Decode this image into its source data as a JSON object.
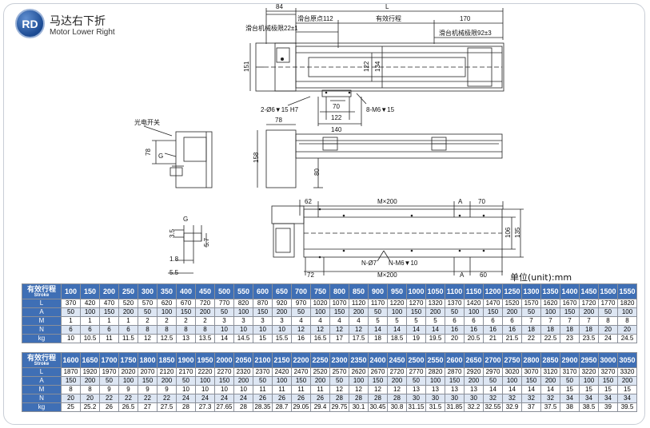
{
  "brand": {
    "logo_text": "RD",
    "name_cn": "马达右下折",
    "name_en": "Motor Lower Right"
  },
  "unit_label": "单位(unit):mm",
  "drawing": {
    "dims": {
      "d84": "84",
      "L": "L",
      "d170": "170",
      "slider_origin": "滑台原点112",
      "stroke": "有效行程",
      "limit_left": "滑台机械极限22±1",
      "limit_right": "滑台机械极限92±3",
      "d151": "151",
      "d122v": "122",
      "d134": "134",
      "d70": "70",
      "d122": "122",
      "d140": "140",
      "hole_pin": "2-Ø6▼15 H7",
      "hole_thread": "8-M6▼15",
      "sensor": "光电开关",
      "d78": "78",
      "G": "G",
      "d78b": "78",
      "d158": "158",
      "d80": "80",
      "d62": "62",
      "mx200": "M×200",
      "A": "A",
      "d70b": "70",
      "d106": "106",
      "d135": "135",
      "n_d7": "N-Ø7",
      "n_m6": "N-M6▼10",
      "d72": "72",
      "mx200b": "M×200",
      "A2": "A",
      "d60": "60",
      "G2": "G",
      "d35": "3.5",
      "d57": "5.7",
      "d18": "1.8",
      "d55": "5.5"
    }
  },
  "table1": {
    "header_label": "有效行程",
    "header_sub": "Stroke",
    "strokes": [
      "100",
      "150",
      "200",
      "250",
      "300",
      "350",
      "400",
      "450",
      "500",
      "550",
      "600",
      "650",
      "700",
      "750",
      "800",
      "850",
      "900",
      "950",
      "1000",
      "1050",
      "1100",
      "1150",
      "1200",
      "1250",
      "1300",
      "1350",
      "1400",
      "1450",
      "1500",
      "1550"
    ],
    "rows": [
      {
        "label": "L",
        "values": [
          "370",
          "420",
          "470",
          "520",
          "570",
          "620",
          "670",
          "720",
          "770",
          "820",
          "870",
          "920",
          "970",
          "1020",
          "1070",
          "1120",
          "1170",
          "1220",
          "1270",
          "1320",
          "1370",
          "1420",
          "1470",
          "1520",
          "1570",
          "1620",
          "1670",
          "1720",
          "1770",
          "1820"
        ]
      },
      {
        "label": "A",
        "values": [
          "50",
          "100",
          "150",
          "200",
          "50",
          "100",
          "150",
          "200",
          "50",
          "100",
          "150",
          "200",
          "50",
          "100",
          "150",
          "200",
          "50",
          "100",
          "150",
          "200",
          "50",
          "100",
          "150",
          "200",
          "50",
          "100",
          "150",
          "200",
          "50",
          "100"
        ]
      },
      {
        "label": "M",
        "values": [
          "1",
          "1",
          "1",
          "1",
          "2",
          "2",
          "2",
          "2",
          "3",
          "3",
          "3",
          "3",
          "4",
          "4",
          "4",
          "4",
          "5",
          "5",
          "5",
          "5",
          "6",
          "6",
          "6",
          "6",
          "7",
          "7",
          "7",
          "7",
          "8",
          "8"
        ]
      },
      {
        "label": "N",
        "values": [
          "6",
          "6",
          "6",
          "6",
          "8",
          "8",
          "8",
          "8",
          "10",
          "10",
          "10",
          "10",
          "12",
          "12",
          "12",
          "12",
          "14",
          "14",
          "14",
          "14",
          "16",
          "16",
          "16",
          "16",
          "18",
          "18",
          "18",
          "18",
          "20",
          "20"
        ]
      },
      {
        "label": "kg",
        "values": [
          "10",
          "10.5",
          "11",
          "11.5",
          "12",
          "12.5",
          "13",
          "13.5",
          "14",
          "14.5",
          "15",
          "15.5",
          "16",
          "16.5",
          "17",
          "17.5",
          "18",
          "18.5",
          "19",
          "19.5",
          "20",
          "20.5",
          "21",
          "21.5",
          "22",
          "22.5",
          "23",
          "23.5",
          "24",
          "24.5"
        ]
      }
    ]
  },
  "table2": {
    "header_label": "有效行程",
    "header_sub": "Stroke",
    "strokes": [
      "1600",
      "1650",
      "1700",
      "1750",
      "1800",
      "1850",
      "1900",
      "1950",
      "2000",
      "2050",
      "2100",
      "2150",
      "2200",
      "2250",
      "2300",
      "2350",
      "2400",
      "2450",
      "2500",
      "2550",
      "2600",
      "2650",
      "2700",
      "2750",
      "2800",
      "2850",
      "2900",
      "2950",
      "3000",
      "3050"
    ],
    "rows": [
      {
        "label": "L",
        "values": [
          "1870",
          "1920",
          "1970",
          "2020",
          "2070",
          "2120",
          "2170",
          "2220",
          "2270",
          "2320",
          "2370",
          "2420",
          "2470",
          "2520",
          "2570",
          "2620",
          "2670",
          "2720",
          "2770",
          "2820",
          "2870",
          "2920",
          "2970",
          "3020",
          "3070",
          "3120",
          "3170",
          "3220",
          "3270",
          "3320"
        ]
      },
      {
        "label": "A",
        "values": [
          "150",
          "200",
          "50",
          "100",
          "150",
          "200",
          "50",
          "100",
          "150",
          "200",
          "50",
          "100",
          "150",
          "200",
          "50",
          "100",
          "150",
          "200",
          "50",
          "100",
          "150",
          "200",
          "50",
          "100",
          "150",
          "200",
          "50",
          "100",
          "150",
          "200"
        ]
      },
      {
        "label": "M",
        "values": [
          "8",
          "8",
          "9",
          "9",
          "9",
          "9",
          "10",
          "10",
          "10",
          "10",
          "11",
          "11",
          "11",
          "11",
          "12",
          "12",
          "12",
          "12",
          "13",
          "13",
          "13",
          "13",
          "14",
          "14",
          "14",
          "14",
          "15",
          "15",
          "15",
          "15"
        ]
      },
      {
        "label": "N",
        "values": [
          "20",
          "20",
          "22",
          "22",
          "22",
          "22",
          "24",
          "24",
          "24",
          "24",
          "26",
          "26",
          "26",
          "26",
          "28",
          "28",
          "28",
          "28",
          "30",
          "30",
          "30",
          "30",
          "32",
          "32",
          "32",
          "32",
          "34",
          "34",
          "34",
          "34"
        ]
      },
      {
        "label": "kg",
        "values": [
          "25",
          "25.2",
          "26",
          "26.5",
          "27",
          "27.5",
          "28",
          "27.3",
          "27.65",
          "28",
          "28.35",
          "28.7",
          "29.05",
          "29.4",
          "29.75",
          "30.1",
          "30.45",
          "30.8",
          "31.15",
          "31.5",
          "31.85",
          "32.2",
          "32.55",
          "32.9",
          "37",
          "37.5",
          "38",
          "38.5",
          "39",
          "39.5"
        ]
      }
    ]
  }
}
